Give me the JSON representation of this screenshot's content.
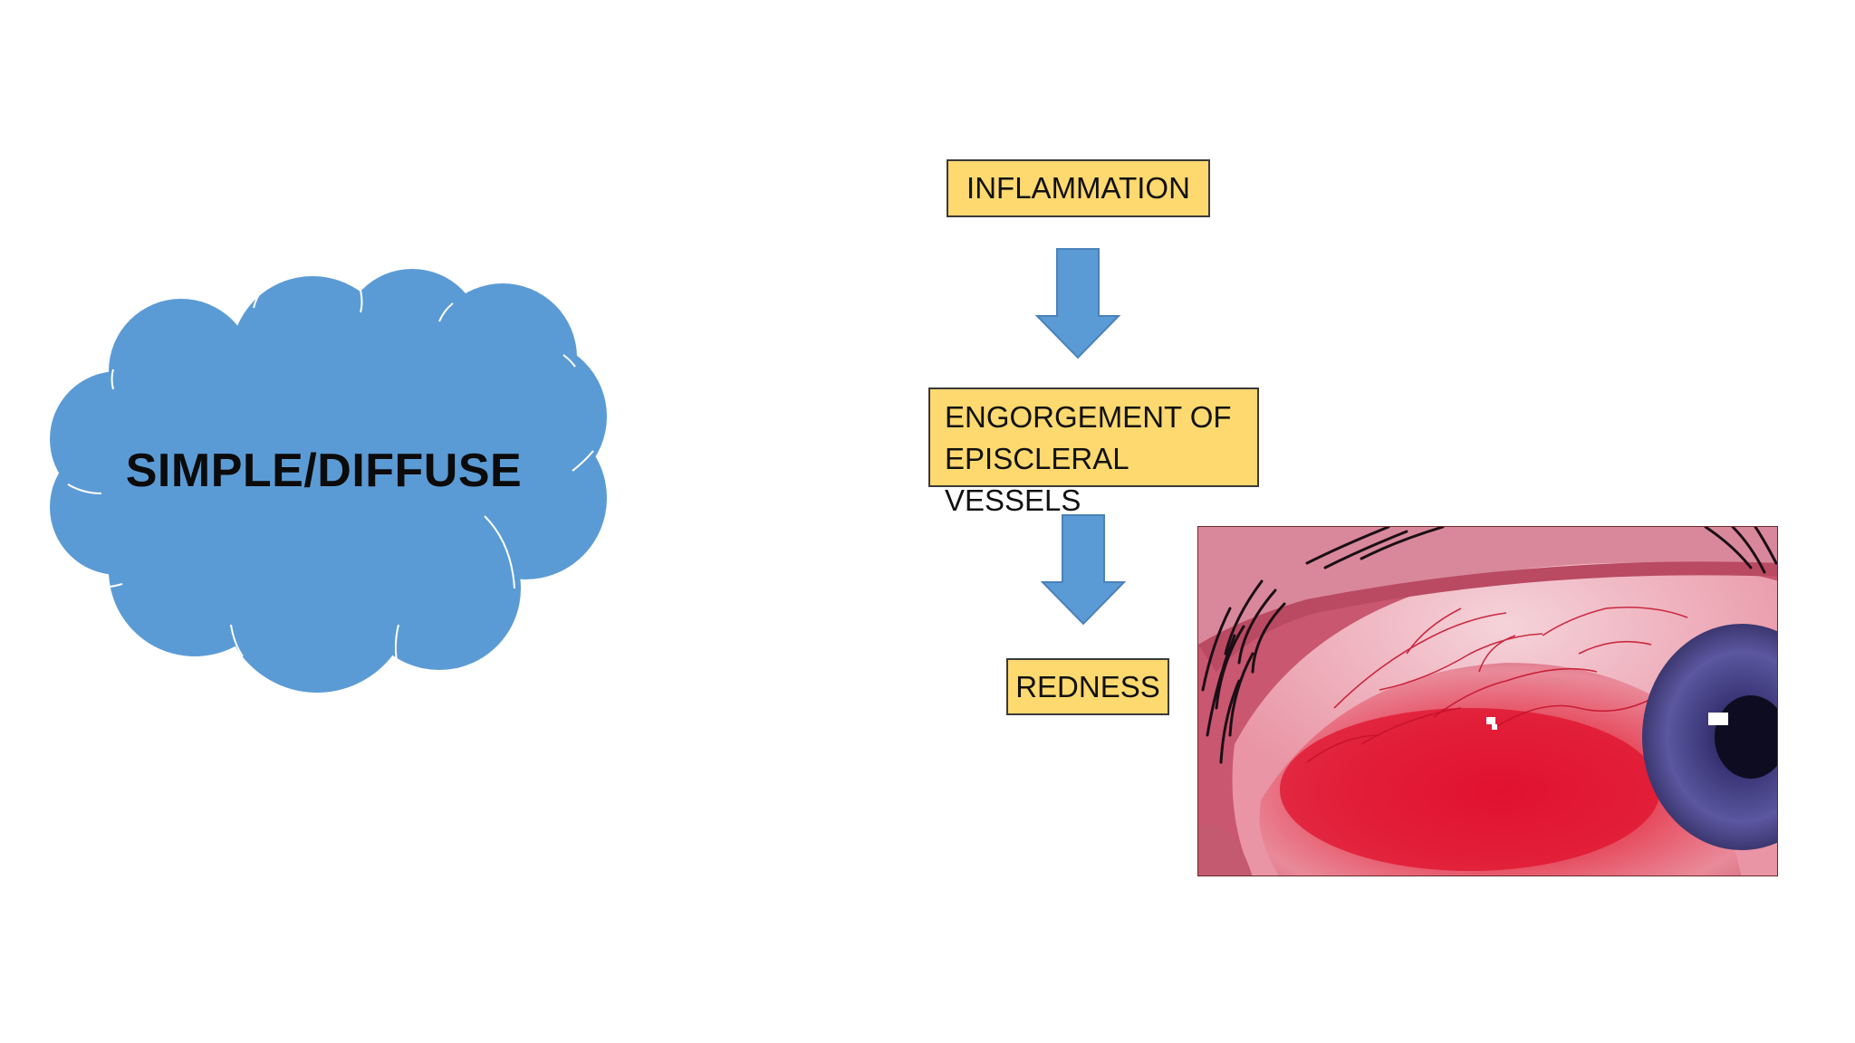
{
  "cloud": {
    "label": "SIMPLE/DIFFUSE",
    "fill": "#5b9bd5",
    "outline": "#ffffff"
  },
  "flow": {
    "steps": [
      {
        "lines": [
          "INFLAMMATION"
        ]
      },
      {
        "lines": [
          "ENGORGEMENT OF",
          "EPISCLERAL VESSELS"
        ]
      },
      {
        "lines": [
          "REDNESS"
        ]
      }
    ],
    "box_fill": "#fdd96f",
    "arrow_color": "#5b9bd5"
  },
  "photo": {
    "subject": "red-eye-photo"
  }
}
